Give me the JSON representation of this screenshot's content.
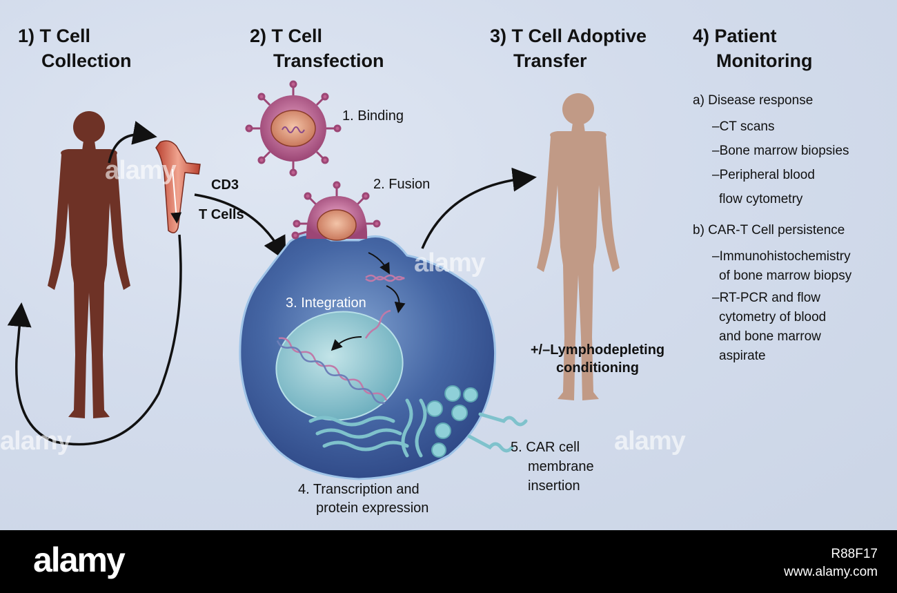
{
  "steps": [
    {
      "heading_line1": "1) T Cell",
      "heading_line2": "Collection"
    },
    {
      "heading_line1": "2) T Cell",
      "heading_line2": "Transfection"
    },
    {
      "heading_line1": "3) T Cell Adoptive",
      "heading_line2": "Transfer"
    },
    {
      "heading_line1": "4) Patient",
      "heading_line2": "Monitoring"
    }
  ],
  "collection": {
    "label_cd3": "CD3",
    "label_tcells": "T Cells"
  },
  "transfection": {
    "binding": "1. Binding",
    "fusion": "2. Fusion",
    "integration": "3. Integration",
    "transcription_line1": "4. Transcription and",
    "transcription_line2": "protein expression",
    "car_line1": "5. CAR cell",
    "car_line2": "membrane",
    "car_line3": "insertion"
  },
  "transfer": {
    "conditioning_line1": "+/–Lymphodepleting",
    "conditioning_line2": "conditioning"
  },
  "monitoring": {
    "a_title": "a) Disease response",
    "a_items": [
      "–CT scans",
      "–Bone marrow biopsies",
      "–Peripheral blood",
      "flow cytometry"
    ],
    "b_title": "b) CAR-T Cell persistence",
    "b_items": [
      "–Immunohistochemistry",
      "of bone marrow biopsy",
      "–RT-PCR and flow",
      "cytometry of blood",
      "and bone marrow",
      "aspirate"
    ]
  },
  "watermark": "alamy",
  "footer": {
    "logo": "alamy",
    "image_code": "R88F17",
    "url": "www.alamy.com"
  },
  "colors": {
    "background": "#d3dcec",
    "figure_dark": "#6e3226",
    "figure_light": "#c19a86",
    "cell": "#3f5f9a",
    "virus": "#a04a78"
  }
}
